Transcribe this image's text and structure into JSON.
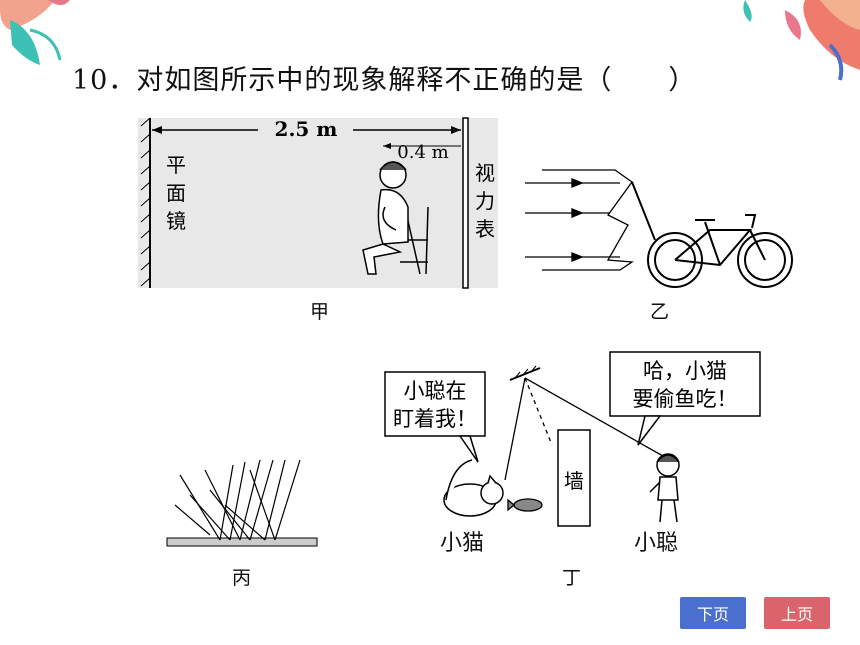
{
  "question": {
    "text": "10．对如图所示中的现象解释不正确的是（　　）"
  },
  "figures": {
    "jia": {
      "caption": "甲",
      "mirror_label": "平面镜",
      "chart_label": "视力表",
      "dist_total": "2.5 m",
      "dist_person": "0.4 m"
    },
    "yi": {
      "caption": "乙"
    },
    "bing": {
      "caption": "丙"
    },
    "ding": {
      "caption": "丁",
      "cat_label": "小猫",
      "boy_label": "小聪",
      "wall_label": "墙",
      "cat_speech": [
        "小聪在",
        "盯着我！"
      ],
      "boy_speech": [
        "哈，小猫",
        "要偷鱼吃！"
      ]
    }
  },
  "nav": {
    "next_label": "下页",
    "prev_label": "上页"
  },
  "colors": {
    "next_button": "#4a6fcf",
    "prev_button": "#d9646c"
  }
}
